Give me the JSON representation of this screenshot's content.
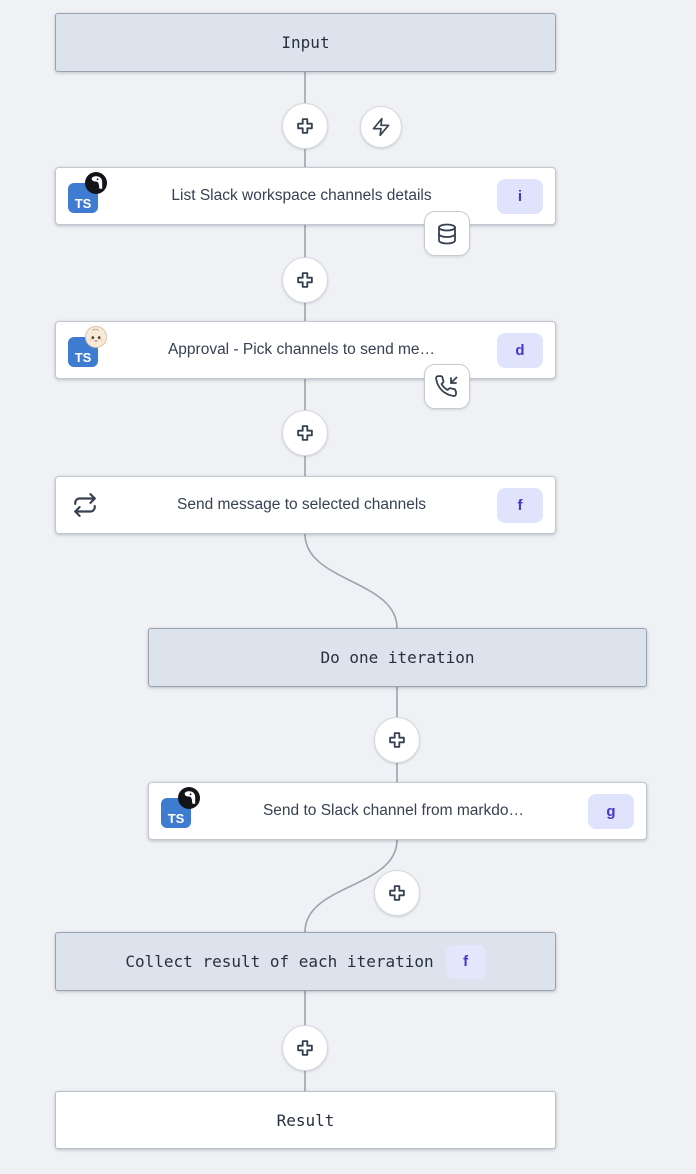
{
  "flow": {
    "input_box": {
      "label": "Input"
    },
    "result_box": {
      "label": "Result"
    },
    "do_iteration_box": {
      "label": "Do one iteration"
    },
    "collect_box": {
      "label": "Collect result of each iteration",
      "badge": "f"
    },
    "nodes": [
      {
        "label": "List Slack workspace channels details",
        "badge": "i",
        "runtime": "TS",
        "runtime_overlay": "deno-icon",
        "attachment": "database-icon"
      },
      {
        "label": "Approval - Pick channels to send me…",
        "badge": "d",
        "runtime": "TS",
        "runtime_overlay": "bun-icon",
        "attachment": "phone-incoming-icon"
      },
      {
        "label": "Send message to selected channels",
        "badge": "f",
        "icon": "repeat-icon"
      },
      {
        "label": "Send to Slack channel from markdo…",
        "badge": "g",
        "runtime": "TS",
        "runtime_overlay": "deno-icon"
      }
    ]
  },
  "icons": [
    "plus-icon",
    "zap-icon",
    "database-icon",
    "phone-incoming-icon",
    "repeat-icon",
    "ts-icon",
    "deno-icon",
    "bun-icon"
  ],
  "colors": {
    "canvas_bg": "#eff1f4",
    "virtual_box_bg": "#dde3ed",
    "virtual_box_border": "#9aa3b0",
    "card_bg": "#ffffff",
    "card_border": "#c3c8d0",
    "badge_bg": "#dfe3fb",
    "badge_text": "#4338ca",
    "ts_icon_bg": "#3e7cd2",
    "connector": "#9ca3af",
    "icon_stroke": "#374151"
  }
}
